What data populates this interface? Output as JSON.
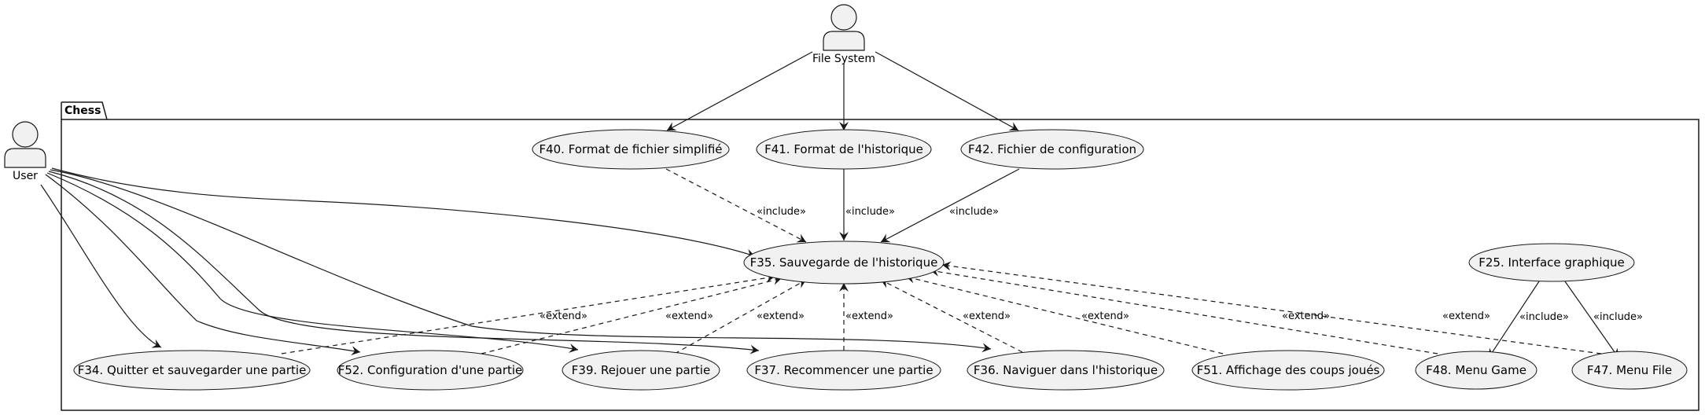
{
  "package": {
    "label": "Chess"
  },
  "actors": {
    "filesystem": "File System",
    "user": "User"
  },
  "usecases": {
    "f40": "F40. Format de fichier simplifié",
    "f41": "F41. Format de l'historique",
    "f42": "F42. Fichier de configuration",
    "f35": "F35. Sauvegarde de l'historique",
    "f25": "F25. Interface graphique",
    "f34": "F34. Quitter et sauvegarder une partie",
    "f52": "F52. Configuration d'une partie",
    "f39": "F39. Rejouer une partie",
    "f37": "F37. Recommencer une partie",
    "f36": "F36. Naviguer dans l'historique",
    "f51": "F51. Affichage des coups joués",
    "f48": "F48. Menu Game",
    "f47": "F47. Menu File"
  },
  "labels": {
    "include": "«include»",
    "extend": "«extend»"
  }
}
